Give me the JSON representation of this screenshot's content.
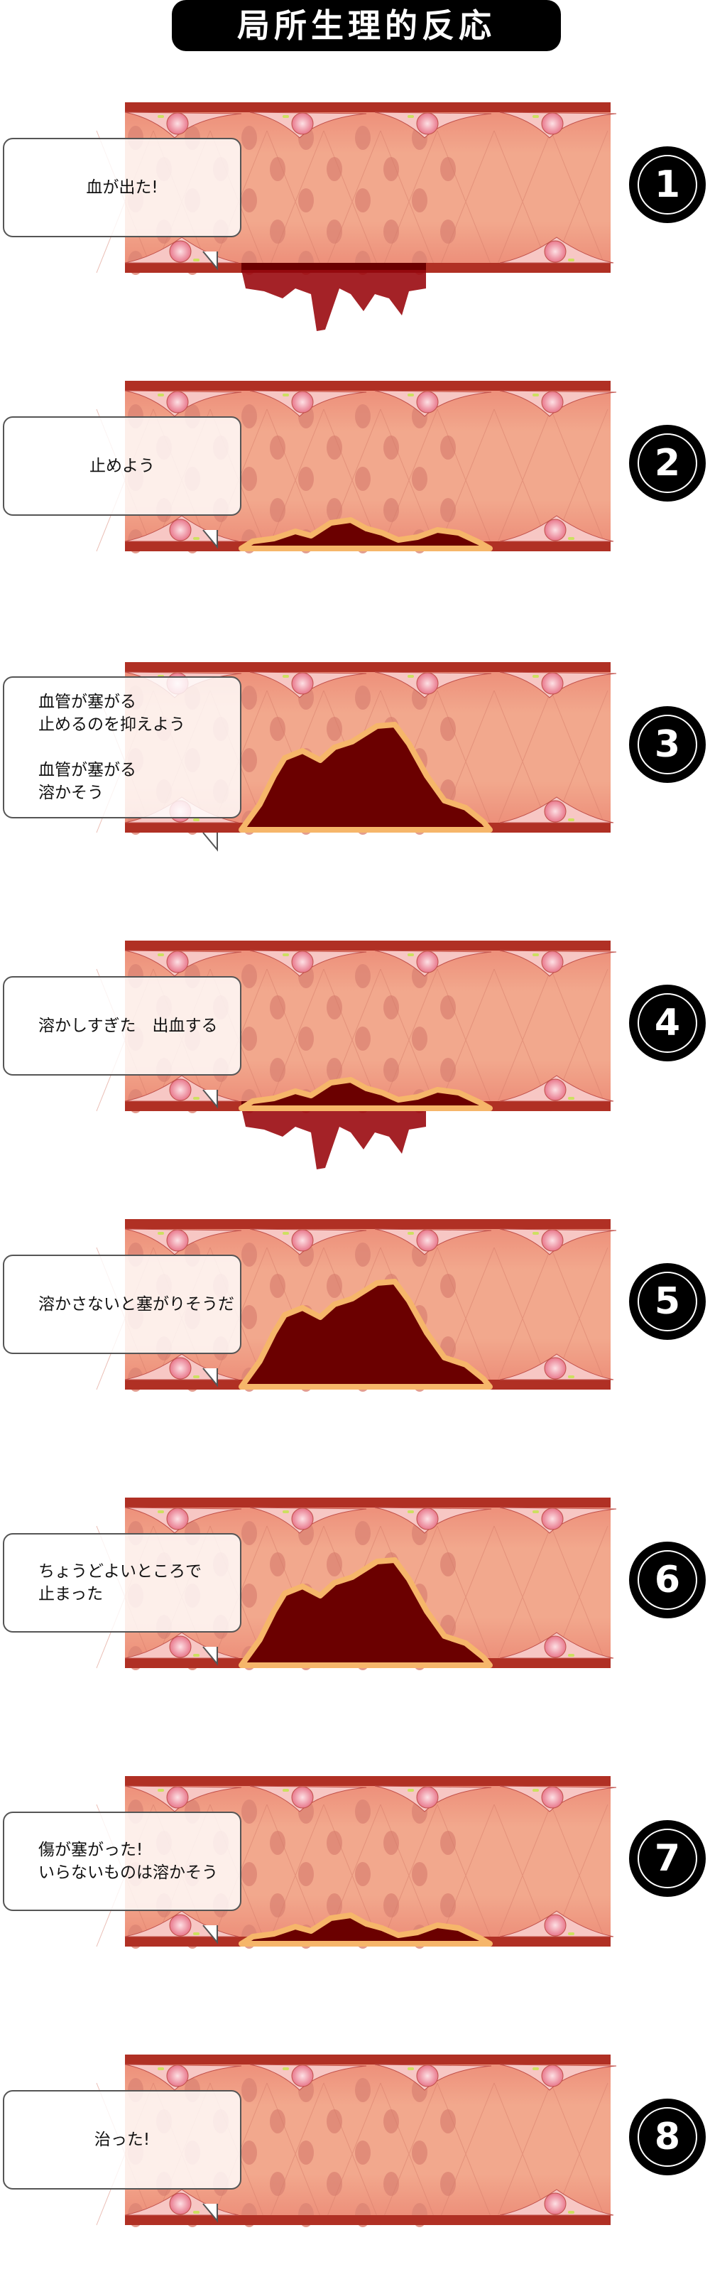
{
  "title": "局所生理的反応",
  "colors": {
    "wall": "#b03024",
    "interior": "#f2a88d",
    "clot": "#6b0000",
    "clot_edge": "#f6b66a",
    "blood": "#9a0a10"
  },
  "panels": [
    {
      "number": "1",
      "text": "血が出た!",
      "clot": "bleed"
    },
    {
      "number": "2",
      "text": "止めよう",
      "clot": "small"
    },
    {
      "number": "3",
      "text": "血管が塞がる\n止めるのを抑えよう\n\n血管が塞がる\n溶かそう",
      "clot": "large"
    },
    {
      "number": "4",
      "text": "溶かしすぎた　出血する",
      "clot": "small-bleed"
    },
    {
      "number": "5",
      "text": "溶かさないと塞がりそうだ",
      "clot": "large"
    },
    {
      "number": "6",
      "text": "ちょうどよいところで\n止まった",
      "clot": "large"
    },
    {
      "number": "7",
      "text": "傷が塞がった!\nいらないものは溶かそう",
      "clot": "small"
    },
    {
      "number": "8",
      "text": "治った!",
      "clot": "none"
    }
  ]
}
